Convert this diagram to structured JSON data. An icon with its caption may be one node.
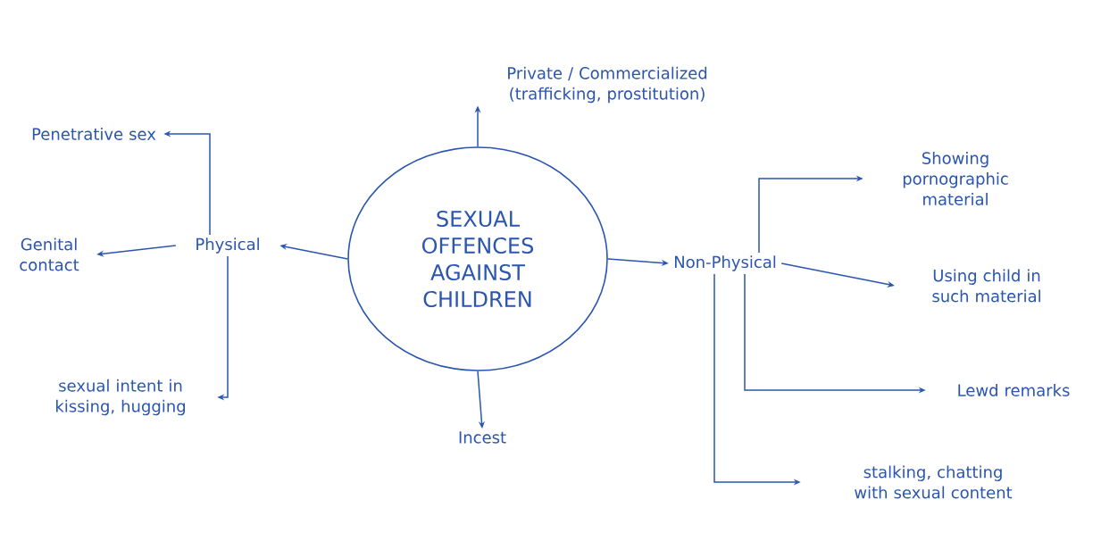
{
  "diagram": {
    "nodes": [
      {
        "text": [
          "SEXUAL OFFENCES AGAINST CHILDREN"
        ]
      },
      {
        "text": [
          "Private / Commercialized (trafficking, prostitution)"
        ]
      },
      {
        "text": [
          "Physical"
        ]
      },
      {
        "text": [
          "Penetrative sex"
        ]
      },
      {
        "text": [
          "Genital contact"
        ]
      },
      {
        "text": [
          "sexual intent in kissing, hugging"
        ]
      },
      {
        "text": [
          "Incest"
        ]
      },
      {
        "text": [
          "Non-Physical"
        ]
      },
      {
        "text": [
          "Showing pornographic material"
        ]
      },
      {
        "text": [
          "Using child in such material"
        ]
      },
      {
        "text": [
          "Lewd remarks"
        ]
      },
      {
        "text": [
          "stalking, chatting with sexual content"
        ]
      }
    ],
    "edges": [
      {
        "from": 0,
        "to": 1,
        "arrow": "to"
      },
      {
        "from": 0,
        "to": 2,
        "arrow": "to"
      },
      {
        "from": 0,
        "to": 6,
        "arrow": "to"
      },
      {
        "from": 0,
        "to": 7,
        "arrow": "to"
      },
      {
        "from": 2,
        "to": 3,
        "arrow": "to"
      },
      {
        "from": 2,
        "to": 4,
        "arrow": "to"
      },
      {
        "from": 2,
        "to": 5,
        "arrow": "to"
      },
      {
        "from": 7,
        "to": 8,
        "arrow": "to"
      },
      {
        "from": 7,
        "to": 9,
        "arrow": "to"
      },
      {
        "from": 7,
        "to": 10,
        "arrow": "to"
      },
      {
        "from": 7,
        "to": 11,
        "arrow": "to"
      }
    ]
  }
}
